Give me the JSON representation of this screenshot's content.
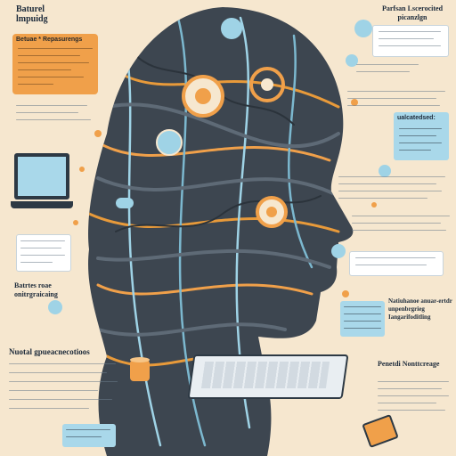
{
  "labels": {
    "top_left_title": "Baturel lmpuidg",
    "orange_box_title": "Betuae * Repasurengs",
    "top_right_title": "Parfsan Lscerocited picanzlgn",
    "right_box_title": "ualcatedsed:",
    "mid_left_title": "Batrtes roae onitrgraicaing",
    "mid_right_title": "Natiuhanoe anuar-ertdr unpenbrgrieg Iangarifoditling",
    "bottom_left_title": "Nuotal gpueacnecotioos",
    "bottom_right_title": "Penetdi Nonttcreage"
  },
  "colors": {
    "background": "#f6e7cf",
    "head": "#3d4650",
    "orange": "#f0a04a",
    "blue": "#8fcde4"
  },
  "icons": [
    "laptop-icon",
    "keyboard-icon",
    "head-illustration",
    "gear-icon",
    "cloud-icon"
  ]
}
